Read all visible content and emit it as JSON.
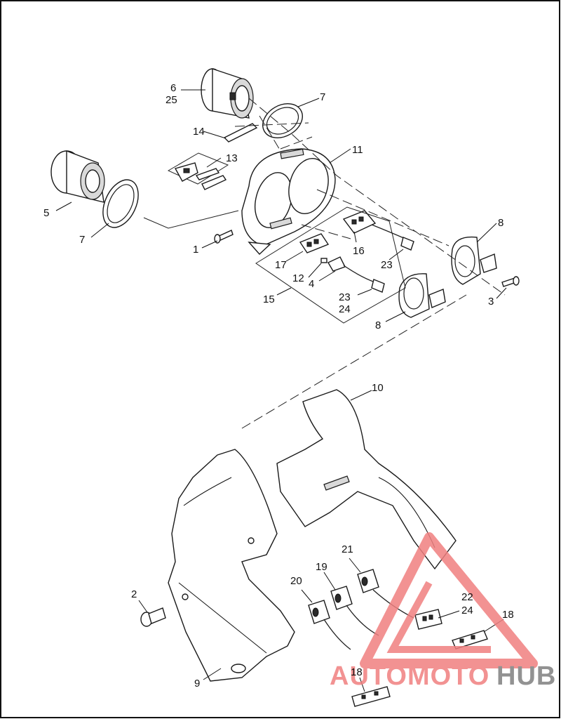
{
  "callouts": {
    "c1": "1",
    "c2": "2",
    "c3": "3",
    "c4": "4",
    "c5": "5",
    "c6": "6",
    "c25a": "25",
    "c7a": "7",
    "c7b": "7",
    "c8a": "8",
    "c8b": "8",
    "c9": "9",
    "c10": "10",
    "c11": "11",
    "c12": "12",
    "c13": "13",
    "c14": "14",
    "c15": "15",
    "c16": "16",
    "c17": "17",
    "c18a": "18",
    "c18b": "18",
    "c19": "19",
    "c20": "20",
    "c21": "21",
    "c22": "22",
    "c24a": "24",
    "c23a": "23",
    "c23b": "23",
    "c24b": "24"
  },
  "watermark": {
    "part1": "AUTOMOTO",
    "part2": "HUB",
    "color_primary": "#f08080",
    "color_secondary": "#808080"
  }
}
